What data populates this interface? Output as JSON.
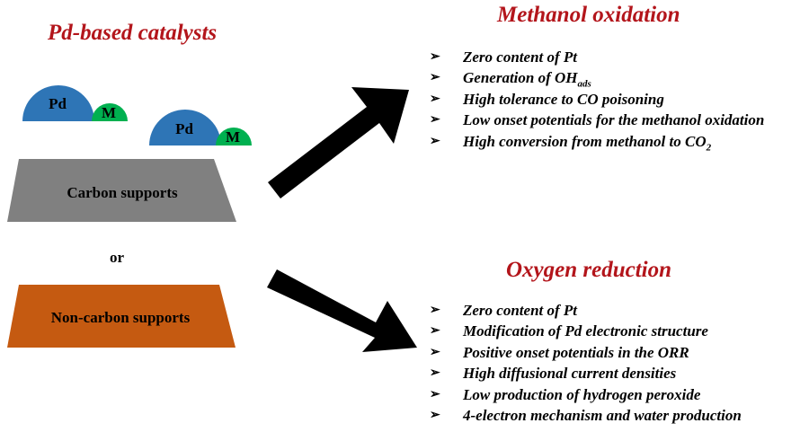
{
  "left": {
    "title": "Pd-based catalysts",
    "particle_pd": "Pd",
    "particle_m": "M",
    "carbon_support": "Carbon supports",
    "connector": "or",
    "noncarbon_support": "Non-carbon supports"
  },
  "methanol": {
    "title": "Methanol oxidation",
    "items": [
      {
        "text": "Zero content of Pt",
        "sub": ""
      },
      {
        "text": "Generation of OH",
        "sub": "ads"
      },
      {
        "text": "High tolerance to CO poisoning",
        "sub": ""
      },
      {
        "text": "Low onset potentials for the methanol oxidation",
        "sub": ""
      },
      {
        "text": "High conversion from methanol to CO",
        "sub": "2"
      }
    ]
  },
  "oxygen": {
    "title": "Oxygen reduction",
    "items": [
      {
        "text": "Zero content of Pt",
        "sub": ""
      },
      {
        "text": "Modification of Pd electronic structure",
        "sub": ""
      },
      {
        "text": "Positive onset potentials in the ORR",
        "sub": ""
      },
      {
        "text": "High diffusional current densities",
        "sub": ""
      },
      {
        "text": "Low production of hydrogen peroxide",
        "sub": ""
      },
      {
        "text": "4-electron mechanism and water production",
        "sub": ""
      }
    ]
  },
  "bullet_marker": "➢",
  "colors": {
    "title_red": "#b3151b",
    "pd_blue": "#2e75b6",
    "m_green": "#00b050",
    "carbon_gray": "#808080",
    "noncarbon_orange": "#c55a11",
    "arrow_black": "#000000"
  }
}
